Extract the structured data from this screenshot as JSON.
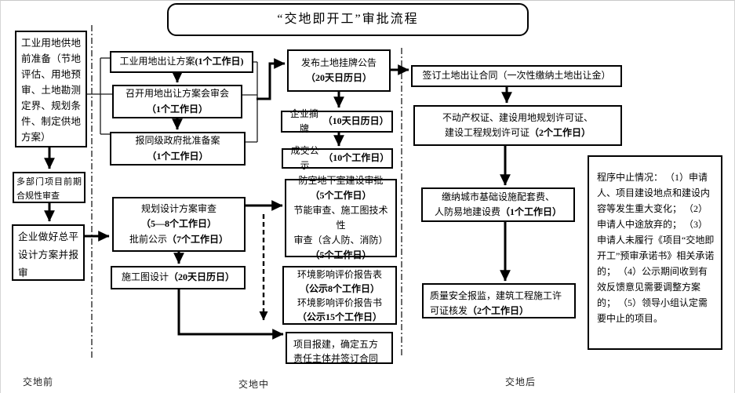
{
  "title": "“交地即开工”审批流程",
  "phase_labels": {
    "pre": "交地前",
    "mid": "交地中",
    "post": "交地后"
  },
  "boxes": {
    "land_prep": {
      "text": "工业用地供地前准备（节地评估、用地预审、土地勘测定界、规划条件、制定供地方案）"
    },
    "multi_dept_review": {
      "text": "多部门项目前期合规性审查"
    },
    "enterprise_plan": {
      "text": "企业做好总平设计方案并报审"
    },
    "transfer_plan": {
      "text": "工业用地出让方案",
      "duration": "(1个工作日)"
    },
    "plan_meeting": {
      "text": "召开用地出让方案会审会",
      "duration": "（1个工作日）"
    },
    "gov_approval": {
      "text": "报同级政府批准备案",
      "duration": "（1个工作日）"
    },
    "listing_notice": {
      "text": "发布土地挂牌公告",
      "duration": "（20天日历日）"
    },
    "enterprise_delisting": {
      "text": "企业摘牌",
      "duration": "（10天日历日）"
    },
    "deal_publicity": {
      "text": "成交公示",
      "duration": "（10个工作日）"
    },
    "plan_design_review": {
      "line1": "规划设计方案审查",
      "duration1": "（5—8个工作日）",
      "line2": "批前公示",
      "duration2": "（7个工作日）"
    },
    "construction_drawing": {
      "text": "施工图设计",
      "duration": "（20天日历日）"
    },
    "civil_defense": {
      "line1": "防空地下室建设审批",
      "duration1": "（5个工作日）",
      "line2": "节能审查、施工图技术性",
      "line3": "审查（含人防、消防）",
      "duration2": "（5个工作日）"
    },
    "env_impact": {
      "line1": "环境影响评价报告表",
      "duration1": "（公示8个工作日）",
      "line2": "环境影响评价报告书",
      "duration2": "（公示15个工作日）"
    },
    "project_filing": {
      "text": "项目报建，确定五方责任主体并签订合同"
    },
    "sign_contract": {
      "text": "签订土地出让合同（一次性缴纳土地出让金）"
    },
    "permits": {
      "line1": "不动产权证、建设用地规划许可证、",
      "line2": "建设工程规划许可证",
      "duration": "（2个工作日）"
    },
    "pay_fees": {
      "line1": "缴纳城市基础设施配套费、",
      "line2": "人防易地建设费",
      "duration": "（1个工作日）"
    },
    "quality_permit": {
      "text": "质量安全报监，建筑工程施工许可证核发",
      "duration": "（2个工作日）"
    }
  },
  "halt": {
    "heading": "程序中止情况：",
    "items": [
      "（1）申请人、项目建设地点和建设内容等发生重大变化；",
      "（2）申请人中途放弃的；",
      "（3）申请人未履行《项目“交地即开工”预审承诺书》相关承诺的；",
      "（4）公示期间收到有效反馈意见需要调整方案的；",
      "（5）领导小组认定需要中止的项目。"
    ]
  },
  "colors": {
    "line": "#000000",
    "background": "#ffffff"
  }
}
